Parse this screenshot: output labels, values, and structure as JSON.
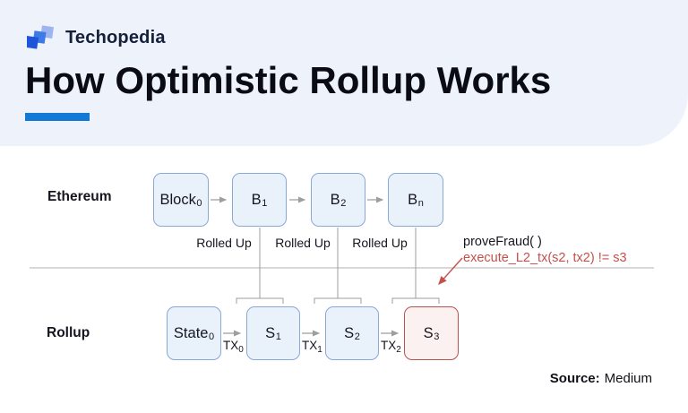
{
  "header": {
    "brand": "Techopedia",
    "title": "How Optimistic Rollup Works"
  },
  "colors": {
    "header_bg": "#eef2fb",
    "accent_blue": "#1379d6",
    "node_blue_fill": "#e9f1fb",
    "node_blue_border": "#8aa8d6",
    "node_red_fill": "#fbf1f1",
    "node_red_border": "#b85450",
    "fraud_red": "#c5504b",
    "line_gray": "#9e9e9e"
  },
  "diagram": {
    "layer1": {
      "label": "Ethereum",
      "nodes": [
        {
          "base": "Block",
          "sub": "0"
        },
        {
          "base": "B",
          "sub": "1"
        },
        {
          "base": "B",
          "sub": "2"
        },
        {
          "base": "B",
          "sub": "n"
        }
      ]
    },
    "layer2": {
      "label": "Rollup",
      "nodes": [
        {
          "base": "State",
          "sub": "0"
        },
        {
          "base": "S",
          "sub": "1"
        },
        {
          "base": "S",
          "sub": "2"
        },
        {
          "base": "S",
          "sub": "3"
        }
      ]
    },
    "rolled_up": [
      "Rolled Up",
      "Rolled Up",
      "Rolled Up"
    ],
    "tx": [
      {
        "base": "TX",
        "sub": "0"
      },
      {
        "base": "TX",
        "sub": "1"
      },
      {
        "base": "TX",
        "sub": "2"
      }
    ],
    "fraud_proof": {
      "call": "proveFraud( )",
      "detail": "execute_L2_tx(s2, tx2) != s3"
    }
  },
  "footer": {
    "source_label": "Source:",
    "source_value": "Medium"
  }
}
